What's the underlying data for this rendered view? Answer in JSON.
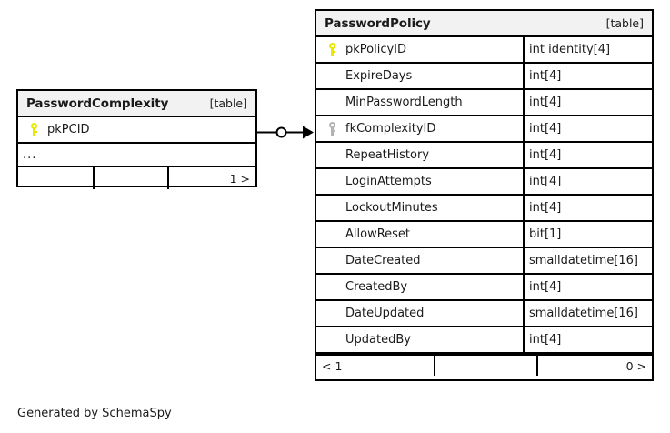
{
  "diagram": {
    "caption": "Generated by SchemaSpy",
    "kind_label": "[table]"
  },
  "tables": {
    "password_complexity": {
      "name": "PasswordComplexity",
      "kind": "[table]",
      "columns": [
        {
          "key": "pk",
          "key_icon": "yellow-key-icon",
          "name": "pkPCID",
          "type": ""
        }
      ],
      "has_more_indicator": "...",
      "footer": {
        "left": "",
        "middle": "",
        "right": "1 >"
      }
    },
    "password_policy": {
      "name": "PasswordPolicy",
      "kind": "[table]",
      "columns": [
        {
          "key": "pk",
          "key_icon": "yellow-key-icon",
          "name": "pkPolicyID",
          "type": "int identity[4]"
        },
        {
          "key": "",
          "key_icon": "",
          "name": "ExpireDays",
          "type": "int[4]"
        },
        {
          "key": "",
          "key_icon": "",
          "name": "MinPasswordLength",
          "type": "int[4]"
        },
        {
          "key": "fk",
          "key_icon": "gray-key-icon",
          "name": "fkComplexityID",
          "type": "int[4]"
        },
        {
          "key": "",
          "key_icon": "",
          "name": "RepeatHistory",
          "type": "int[4]"
        },
        {
          "key": "",
          "key_icon": "",
          "name": "LoginAttempts",
          "type": "int[4]"
        },
        {
          "key": "",
          "key_icon": "",
          "name": "LockoutMinutes",
          "type": "int[4]"
        },
        {
          "key": "",
          "key_icon": "",
          "name": "AllowReset",
          "type": "bit[1]"
        },
        {
          "key": "",
          "key_icon": "",
          "name": "DateCreated",
          "type": "smalldatetime[16]"
        },
        {
          "key": "",
          "key_icon": "",
          "name": "CreatedBy",
          "type": "int[4]"
        },
        {
          "key": "",
          "key_icon": "",
          "name": "DateUpdated",
          "type": "smalldatetime[16]"
        },
        {
          "key": "",
          "key_icon": "",
          "name": "UpdatedBy",
          "type": "int[4]"
        }
      ],
      "footer": {
        "left": "< 1",
        "middle": "",
        "right": "0 >"
      }
    }
  },
  "relationship": {
    "from": "PasswordComplexity",
    "to": "PasswordPolicy",
    "source_marker": "zero-circle",
    "target_marker": "crows-foot"
  },
  "colors": {
    "primary_key": "#e8e800",
    "foreign_key": "#b4b4b4",
    "border": "#000000",
    "header_bg": "#f2f2f2",
    "background": "#ffffff"
  }
}
